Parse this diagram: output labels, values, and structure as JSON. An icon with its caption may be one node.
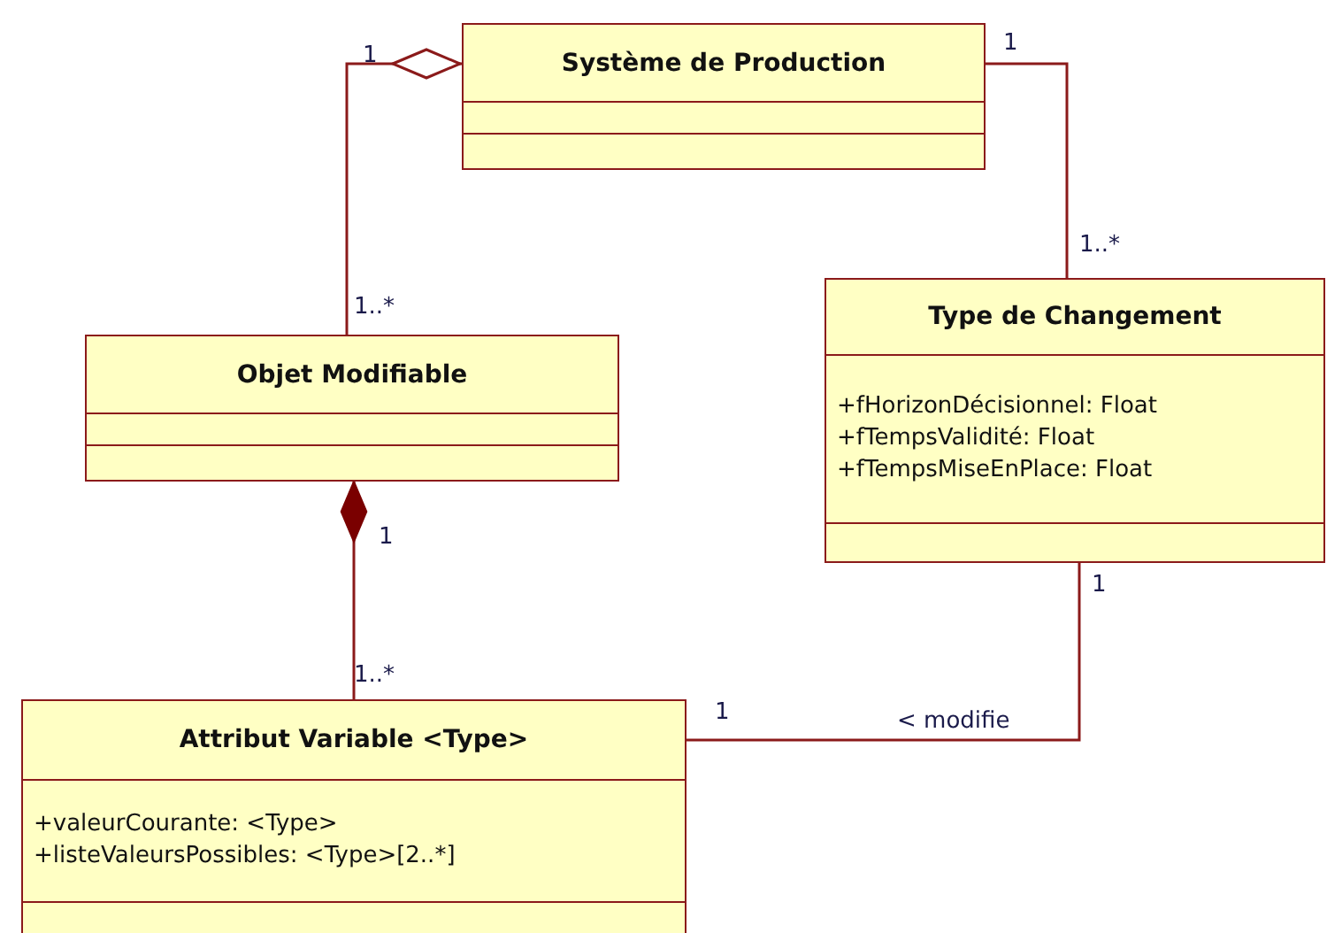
{
  "diagram": {
    "nodes": [
      {
        "text": [
          "Système de Production"
        ]
      },
      {
        "text": [
          "Objet Modifiable"
        ]
      },
      {
        "text": [
          "Type de Changement",
          "+fHorizonDécisionnel: Float",
          "+fTempsValidité: Float",
          "+fTempsMiseEnPlace: Float"
        ]
      },
      {
        "text": [
          "Attribut Variable <Type>",
          "+valeurCourante: <Type>",
          "+listeValeursPossibles: <Type>[2..*]"
        ]
      }
    ],
    "edges": [
      {
        "from": 1,
        "to": 0,
        "arrow": "other"
      },
      {
        "from": 0,
        "to": 2,
        "arrow": "none"
      },
      {
        "from": 3,
        "to": 1,
        "arrow": "other"
      },
      {
        "from": 2,
        "to": 3,
        "arrow": "none",
        "label": "< modifie"
      }
    ],
    "labels": [
      "1",
      "1",
      "1..*",
      "1..*",
      "1",
      "1",
      "1..*",
      "1"
    ]
  }
}
